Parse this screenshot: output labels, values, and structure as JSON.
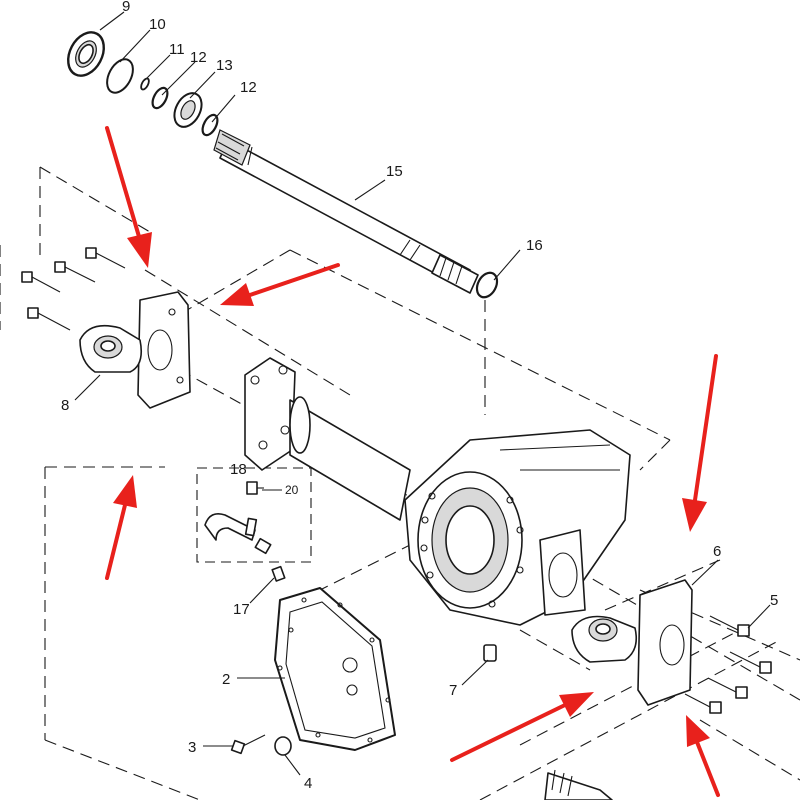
{
  "diagram": {
    "callouts": {
      "c2": "2",
      "c3": "3",
      "c4": "4",
      "c5": "5",
      "c6": "6",
      "c7": "7",
      "c8": "8",
      "c9": "9",
      "c10": "10",
      "c11": "11",
      "c12a": "12",
      "c12b": "12",
      "c13": "13",
      "c15": "15",
      "c16": "16",
      "c17": "17",
      "c18": "18",
      "c20": "20"
    },
    "colors": {
      "arrow": "#e8211c",
      "line": "#1a1a1a",
      "shade": "#d9d9d9",
      "background": "#ffffff"
    }
  }
}
